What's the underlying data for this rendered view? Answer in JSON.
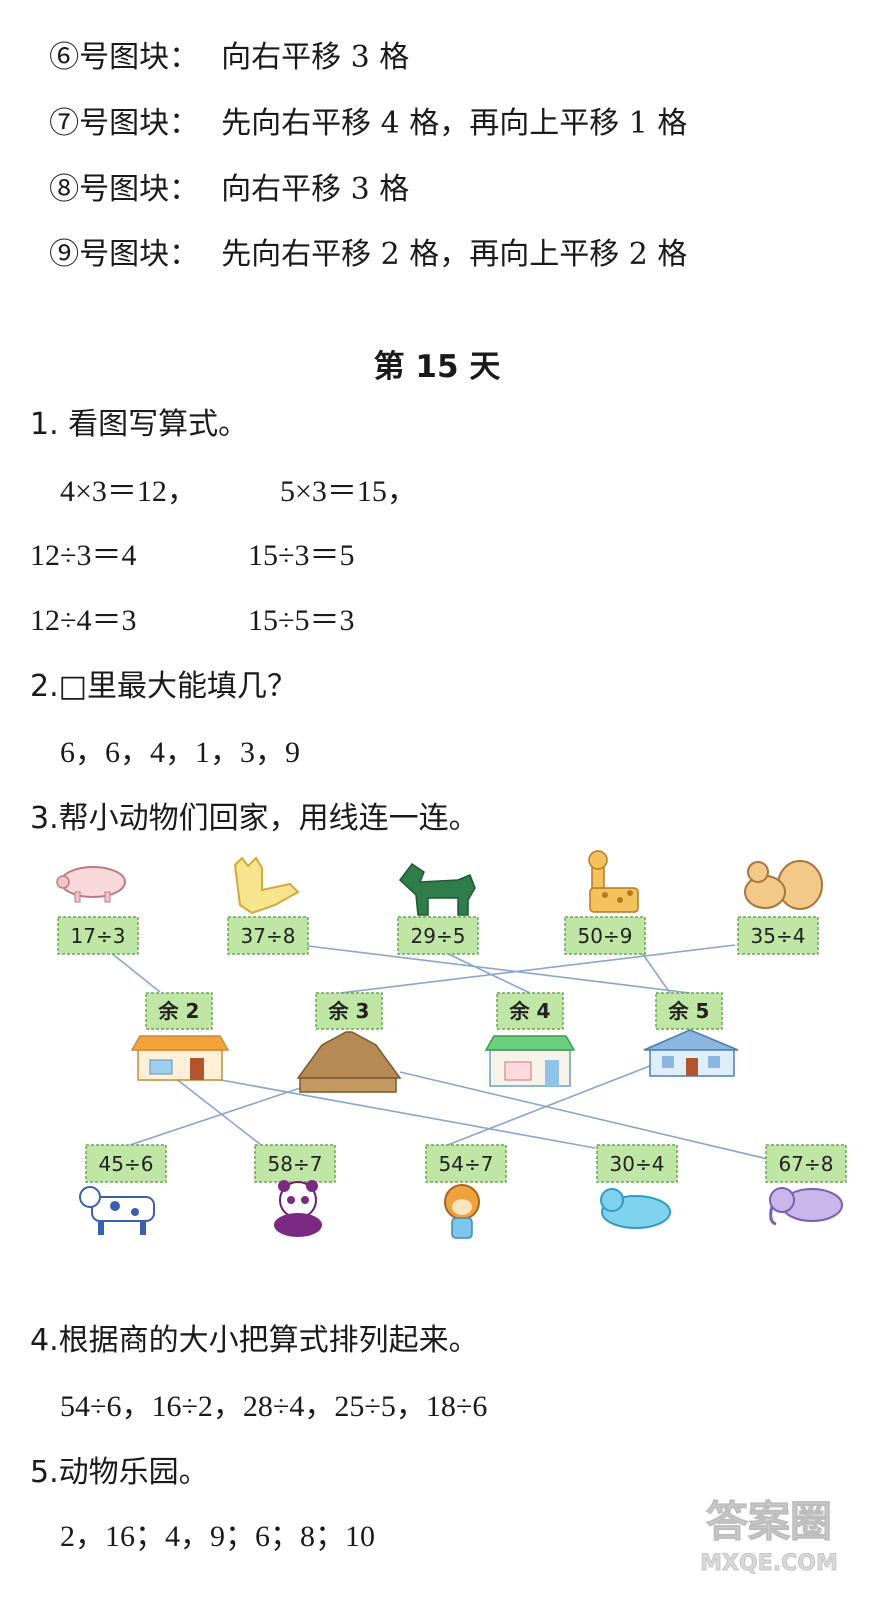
{
  "translations": {
    "items": [
      {
        "label": "⑥号图块：",
        "text": "向右平移 3 格"
      },
      {
        "label": "⑦号图块：",
        "text": "先向右平移 4 格，再向上平移 1 格"
      },
      {
        "label": "⑧号图块：",
        "text": "向右平移 3 格"
      },
      {
        "label": "⑨号图块：",
        "text": "先向右平移 2 格，再向上平移 2 格"
      }
    ]
  },
  "day_title": "第 15 天",
  "q1": {
    "heading": "1. 看图写算式。",
    "rows": [
      [
        "4×3＝12，",
        "5×3＝15，"
      ],
      [
        "12÷3＝4",
        "15÷3＝5"
      ],
      [
        "12÷4＝3",
        "15÷5＝3"
      ]
    ]
  },
  "q2": {
    "heading": "2.□里最大能填几？",
    "answer": "6，6，4，1，3，9"
  },
  "q3": {
    "heading": "3.帮小动物们回家，用线连一连。",
    "top_cards": [
      "17÷3",
      "37÷8",
      "29÷5",
      "50÷9",
      "35÷4"
    ],
    "remainders": [
      "余 2",
      "余 3",
      "余 4",
      "余 5"
    ],
    "bottom_cards": [
      "45÷6",
      "58÷7",
      "54÷7",
      "30÷4",
      "67÷8"
    ],
    "animals_top": [
      "pig-icon",
      "fox-icon",
      "horse-icon",
      "giraffe-icon",
      "squirrel-icon"
    ],
    "animals_bottom": [
      "cow-icon",
      "panda-icon",
      "monkey-icon",
      "hippo-icon",
      "elephant-icon"
    ],
    "colors": {
      "card_fill": "#bfe6a4",
      "card_border": "#6aa84f",
      "line": "#8aa6cc"
    }
  },
  "q4": {
    "heading": "4.根据商的大小把算式排列起来。",
    "answer": "54÷6，16÷2，28÷4，25÷5，18÷6"
  },
  "q5": {
    "heading": "5.动物乐园。",
    "answer": "2，16；4，9；6；8；10"
  },
  "watermark": {
    "top": "答案圈",
    "bottom": "MXQE.COM"
  }
}
